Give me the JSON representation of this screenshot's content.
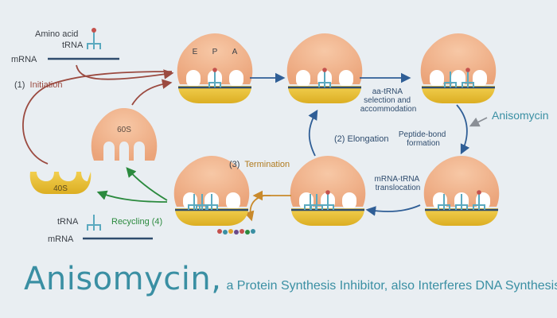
{
  "labels": {
    "amino_acid": "Amino acid",
    "trna": "tRNA",
    "mrna": "mRNA",
    "initiation_num": "(1)",
    "initiation": "Initiation",
    "site_e": "E",
    "site_p": "P",
    "site_a": "A",
    "subunit_60s": "60S",
    "subunit_40s": "40S",
    "aa_trna_1": "aa-tRNA",
    "aa_trna_2": "selection and",
    "aa_trna_3": "accommodation",
    "anisomycin": "Anisomycin",
    "elongation": "(2) Elongation",
    "peptide_1": "Peptide-bond",
    "peptide_2": "formation",
    "termination_num": "(3)",
    "termination": "Termination",
    "transloc_1": "mRNA-tRNA",
    "transloc_2": "translocation",
    "trna_bottom": "tRNA",
    "mrna_bottom": "mRNA",
    "recycling": "Recycling (4)"
  },
  "caption": {
    "title": "Anisomycin,",
    "subtitle": "a Protein Synthesis Inhibitor, also Interferes DNA Synthesis"
  },
  "colors": {
    "background": "#e9eef2",
    "large_subunit": "#f2b48d",
    "small_subunit": "#ecc33a",
    "trna": "#5aa9bf",
    "mrna": "#2f4c6e",
    "arrow_blue": "#2f5e96",
    "arrow_red": "#9b4a40",
    "arrow_green": "#2b8a3e",
    "arrow_orange": "#c98a2c",
    "caption": "#3a8fa3"
  }
}
